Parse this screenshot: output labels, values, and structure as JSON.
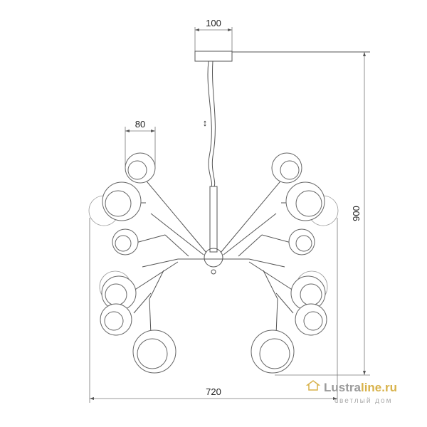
{
  "dimensions": {
    "canopy_width": "100",
    "globe_diameter": "80",
    "total_width": "720",
    "total_height": "900",
    "adjust_marker": "↕"
  },
  "logo": {
    "brand_prefix": "Lustra",
    "brand_suffix": "line.ru",
    "tagline": "светлый дом"
  },
  "colors": {
    "line": "#555555",
    "logo_gray": "#9a9a9a",
    "logo_gold": "#d8b24a"
  }
}
